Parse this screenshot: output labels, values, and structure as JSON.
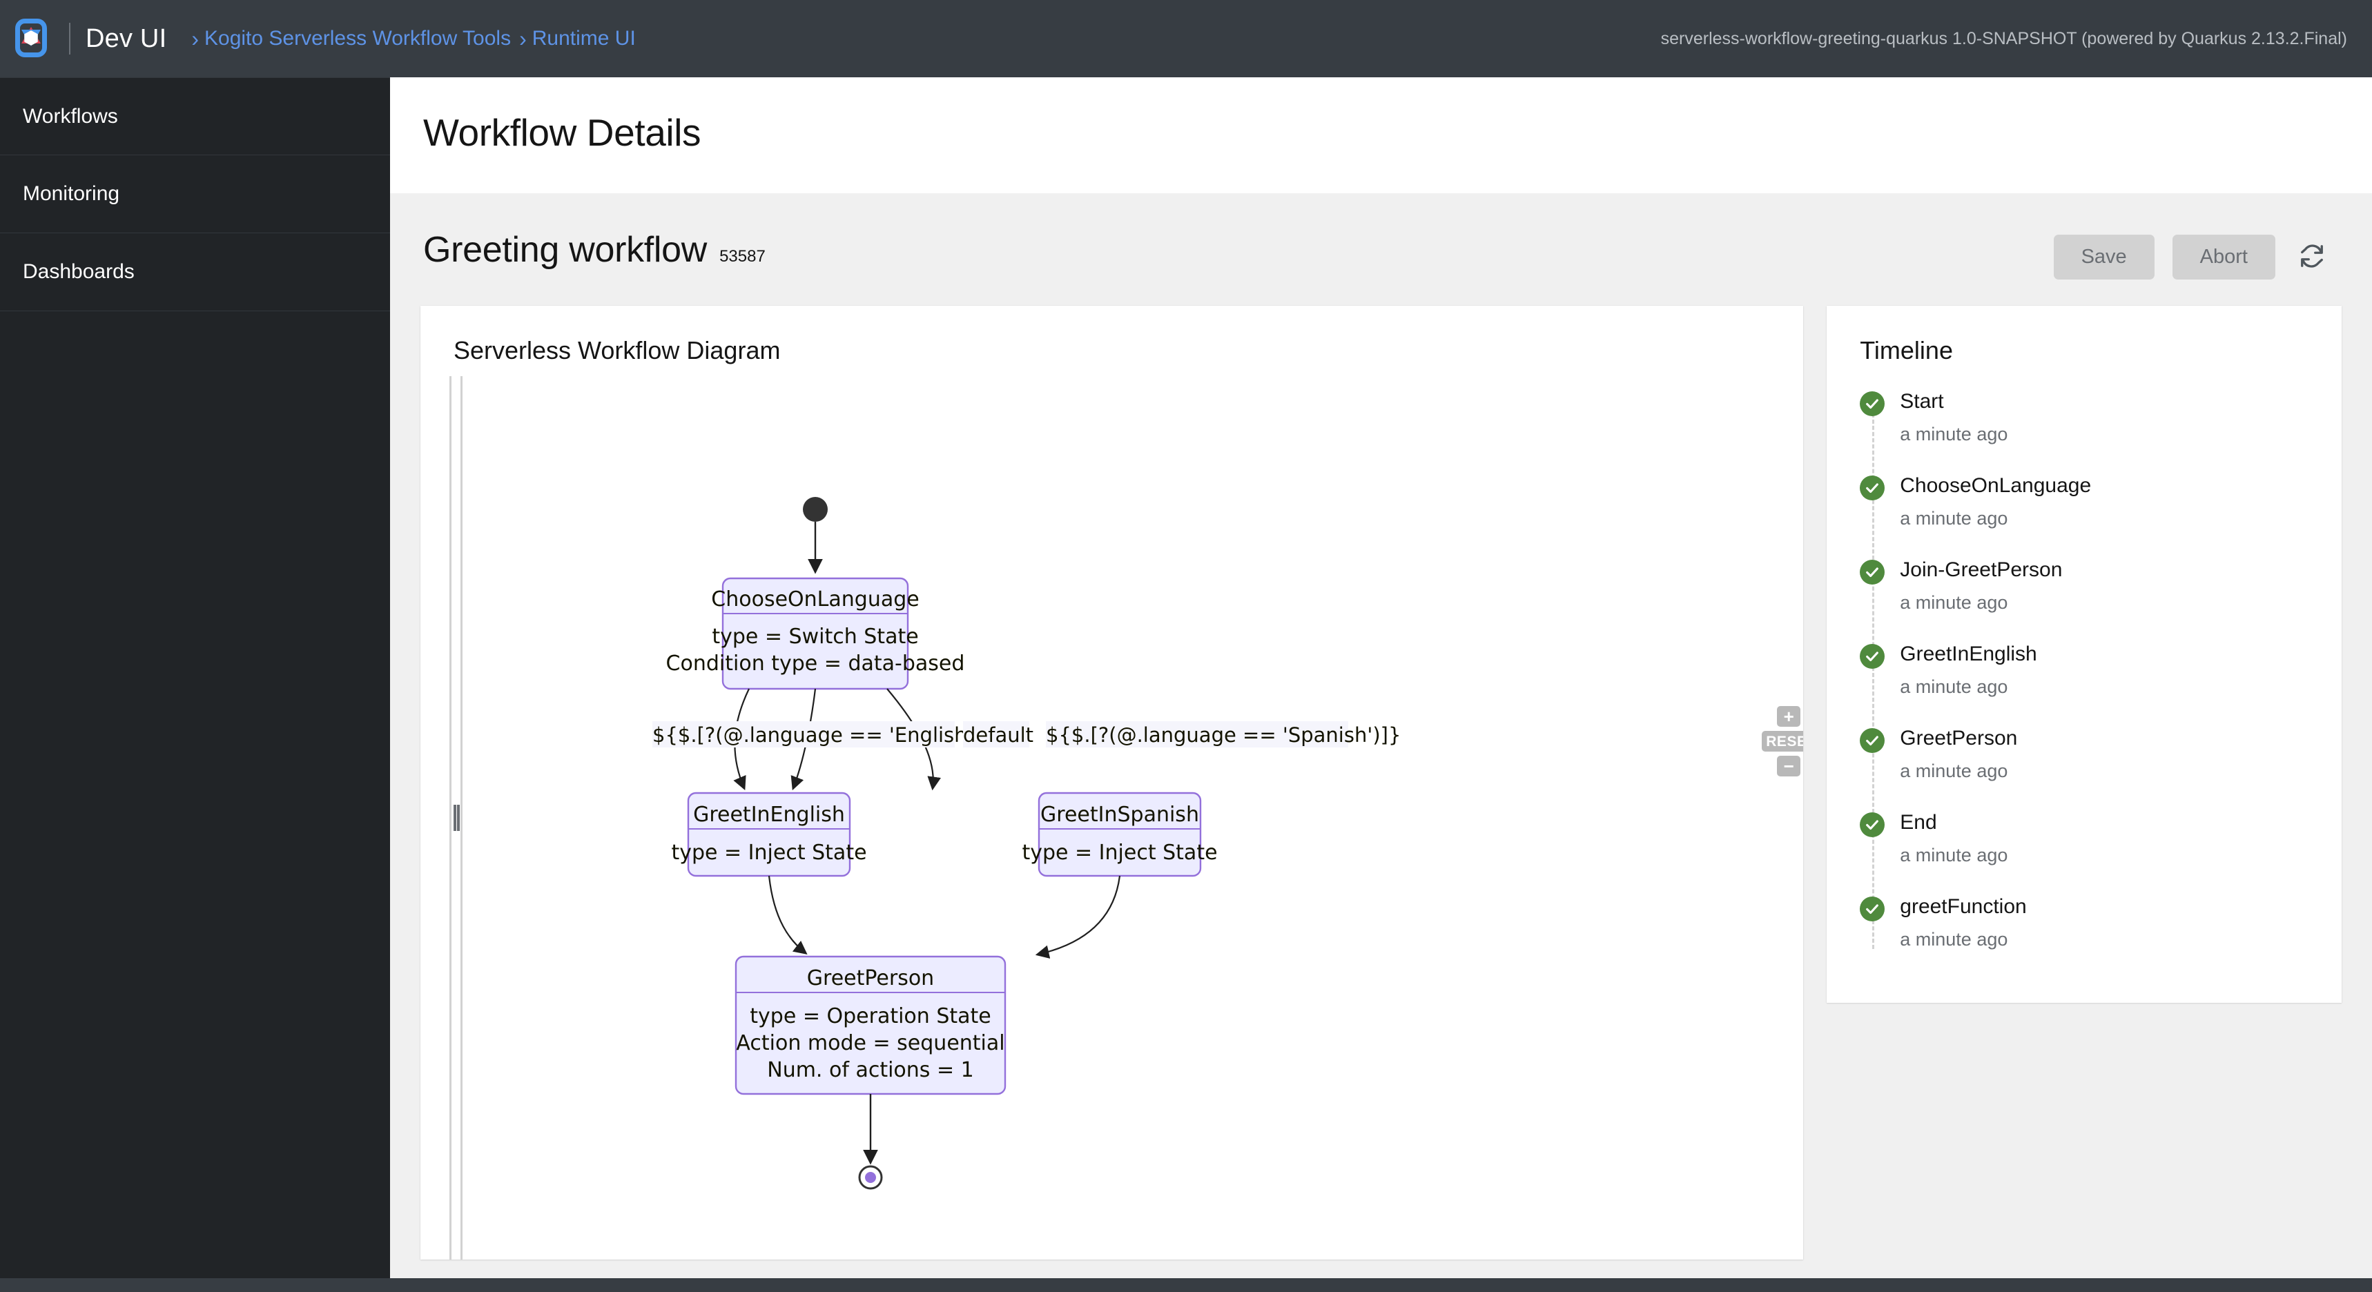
{
  "header": {
    "brand": "Dev UI",
    "logo_icon": "quarkus-logo-icon",
    "breadcrumb": [
      {
        "sep": "›",
        "label": "Kogito Serverless Workflow Tools"
      },
      {
        "sep": "›",
        "label": "Runtime UI"
      }
    ],
    "app_version": "serverless-workflow-greeting-quarkus 1.0-SNAPSHOT (powered by Quarkus 2.13.2.Final)",
    "background_color": "#373d43",
    "link_color": "#5e93e6"
  },
  "sidebar": {
    "background_color": "#212427",
    "items": [
      {
        "label": "Workflows"
      },
      {
        "label": "Monitoring"
      },
      {
        "label": "Dashboards"
      }
    ]
  },
  "page": {
    "title": "Workflow Details",
    "workflow_name": "Greeting workflow",
    "process_id": "53587"
  },
  "toolbar": {
    "save_label": "Save",
    "abort_label": "Abort",
    "refresh_icon": "refresh-icon"
  },
  "diagram": {
    "card_title": "Serverless Workflow Diagram",
    "zoom": {
      "plus_label": "+",
      "reset_label": "RESET",
      "minus_label": "−"
    },
    "node_fill": "#ececff",
    "node_stroke": "#9370db",
    "nodes": [
      {
        "id": "start",
        "type": "start-marker",
        "label": ""
      },
      {
        "id": "ChooseOnLanguage",
        "type": "state",
        "label": "ChooseOnLanguage",
        "lines": [
          "type = Switch State",
          "Condition type = data-based"
        ]
      },
      {
        "id": "GreetInEnglish",
        "type": "state",
        "label": "GreetInEnglish",
        "lines": [
          "type = Inject State"
        ]
      },
      {
        "id": "GreetInSpanish",
        "type": "state",
        "label": "GreetInSpanish",
        "lines": [
          "type = Inject State"
        ]
      },
      {
        "id": "GreetPerson",
        "type": "state",
        "label": "GreetPerson",
        "lines": [
          "type = Operation State",
          "Action mode = sequential",
          "Num. of actions = 1"
        ]
      },
      {
        "id": "end",
        "type": "end-marker",
        "label": ""
      }
    ],
    "edges": [
      {
        "from": "start",
        "to": "ChooseOnLanguage",
        "label": ""
      },
      {
        "from": "ChooseOnLanguage",
        "to": "GreetInEnglish",
        "label": "${$.[?(@.language == 'English')]}"
      },
      {
        "from": "ChooseOnLanguage",
        "to": "GreetInEnglish",
        "label": "default"
      },
      {
        "from": "ChooseOnLanguage",
        "to": "GreetInSpanish",
        "label": "${$.[?(@.language == 'Spanish')]}"
      },
      {
        "from": "GreetInEnglish",
        "to": "GreetPerson",
        "label": ""
      },
      {
        "from": "GreetInSpanish",
        "to": "GreetPerson",
        "label": ""
      },
      {
        "from": "GreetPerson",
        "to": "end",
        "label": ""
      }
    ],
    "splitter_handle": "diagram-resize-handle"
  },
  "timeline": {
    "title": "Timeline",
    "status_color": "#4f8a3d",
    "items": [
      {
        "name": "Start",
        "time": "a minute ago",
        "status": "completed"
      },
      {
        "name": "ChooseOnLanguage",
        "time": "a minute ago",
        "status": "completed"
      },
      {
        "name": "Join-GreetPerson",
        "time": "a minute ago",
        "status": "completed"
      },
      {
        "name": "GreetInEnglish",
        "time": "a minute ago",
        "status": "completed"
      },
      {
        "name": "GreetPerson",
        "time": "a minute ago",
        "status": "completed"
      },
      {
        "name": "End",
        "time": "a minute ago",
        "status": "completed"
      },
      {
        "name": "greetFunction",
        "time": "a minute ago",
        "status": "completed"
      }
    ]
  }
}
